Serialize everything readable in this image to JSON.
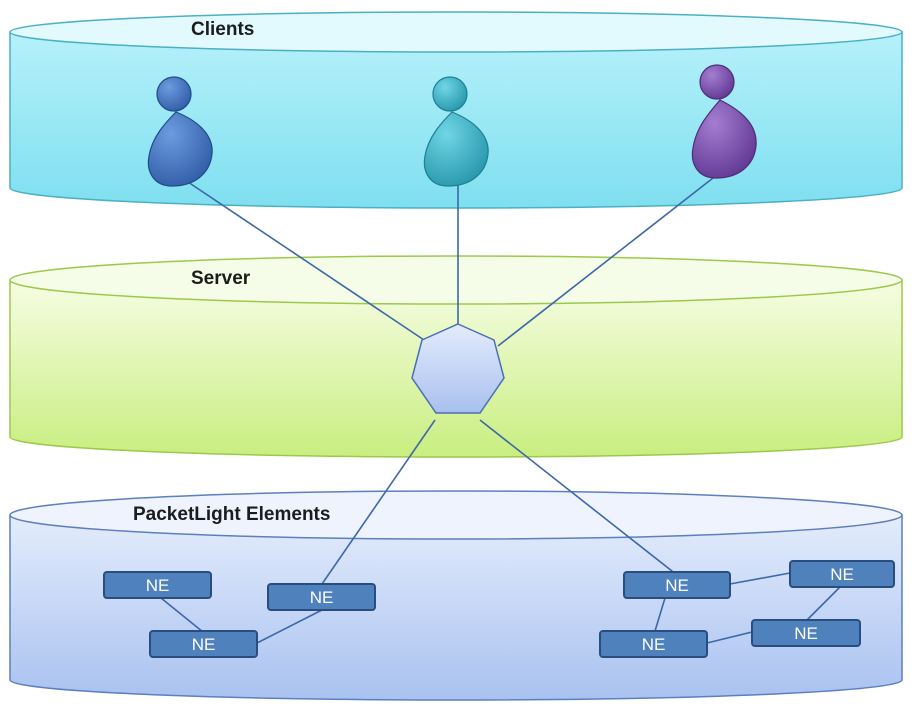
{
  "layers": {
    "clients": {
      "label": "Clients",
      "colors": {
        "top": "#e2fafd",
        "body_light": "#b6f1fa",
        "body_dark": "#7fdff0",
        "stroke": "#4bb0c4"
      }
    },
    "server": {
      "label": "Server",
      "colors": {
        "top": "#f5fde8",
        "body_light": "#eafbc6",
        "body_dark": "#c9ee80",
        "stroke": "#9cc94a"
      }
    },
    "elements": {
      "label": "PacketLight Elements",
      "colors": {
        "top": "#eef3fd",
        "body_light": "#dbe6fb",
        "body_dark": "#a9c2f0",
        "stroke": "#5d7fbf"
      }
    }
  },
  "clients": [
    {
      "name": "client-blue",
      "color": "#3a6fc0",
      "dark": "#1f4a8c"
    },
    {
      "name": "client-teal",
      "color": "#33b3c9",
      "dark": "#1d7f93"
    },
    {
      "name": "client-purple",
      "color": "#7a4ea8",
      "dark": "#4e2c76"
    }
  ],
  "server_node": {
    "shape": "heptagon",
    "fill": "#c7d7f7",
    "stroke": "#4a6fb5"
  },
  "network_elements": [
    {
      "id": "ne1",
      "label": "NE"
    },
    {
      "id": "ne2",
      "label": "NE"
    },
    {
      "id": "ne3",
      "label": "NE"
    },
    {
      "id": "ne4",
      "label": "NE"
    },
    {
      "id": "ne5",
      "label": "NE"
    },
    {
      "id": "ne6",
      "label": "NE"
    },
    {
      "id": "ne7",
      "label": "NE"
    }
  ],
  "ne_style": {
    "fill": "#4f81bd",
    "stroke": "#2a4d80"
  },
  "connections": [
    [
      "client-blue",
      "server"
    ],
    [
      "client-teal",
      "server"
    ],
    [
      "client-purple",
      "server"
    ],
    [
      "server",
      "ne2"
    ],
    [
      "server",
      "ne4"
    ],
    [
      "ne1",
      "ne3"
    ],
    [
      "ne3",
      "ne2"
    ],
    [
      "ne4",
      "ne5"
    ],
    [
      "ne4",
      "ne6"
    ],
    [
      "ne5",
      "ne7"
    ],
    [
      "ne7",
      "ne6"
    ]
  ]
}
